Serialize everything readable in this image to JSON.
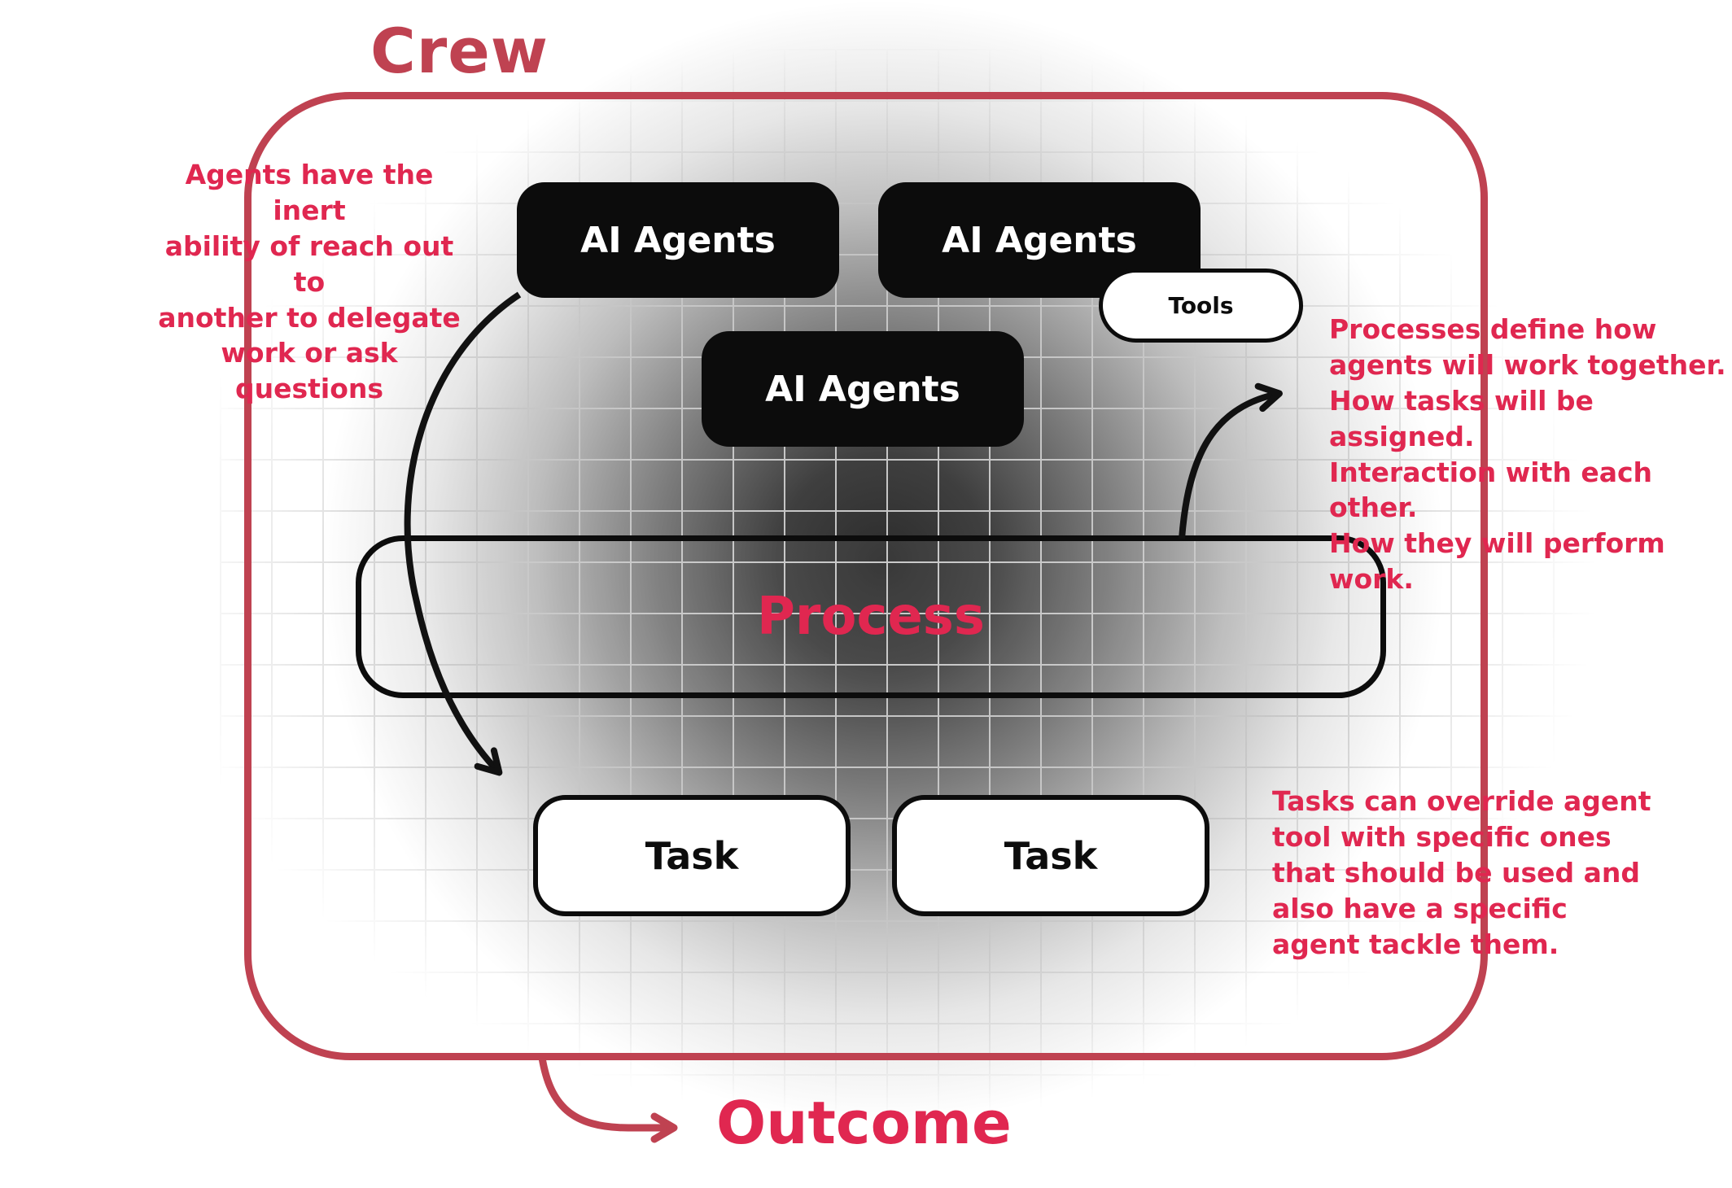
{
  "diagram": {
    "crew_label": "Crew",
    "outcome_label": "Outcome",
    "agents": [
      {
        "label": "AI Agents"
      },
      {
        "label": "AI Agents"
      },
      {
        "label": "AI Agents"
      }
    ],
    "tools_label": "Tools",
    "process_label": "Process",
    "tasks": [
      {
        "label": "Task"
      },
      {
        "label": "Task"
      }
    ],
    "annotations": {
      "left_lines": [
        "Agents have the inert",
        "ability of reach out to",
        "another to delegate",
        "work or ask questions"
      ],
      "right_top_lines": [
        "Processes define how",
        "agents will work together.",
        "How tasks will be assigned.",
        "Interaction with each other.",
        "How they will perform work."
      ],
      "right_bottom_lines": [
        "Tasks can override agent",
        "tool with specific ones",
        "that should be used and",
        "also have a specific",
        "agent tackle them."
      ]
    },
    "colors": {
      "crew_red": "#bf4251",
      "accent_red": "#e02750",
      "box_black": "#0c0c0c",
      "grid_gray": "#c6c6c6"
    }
  }
}
